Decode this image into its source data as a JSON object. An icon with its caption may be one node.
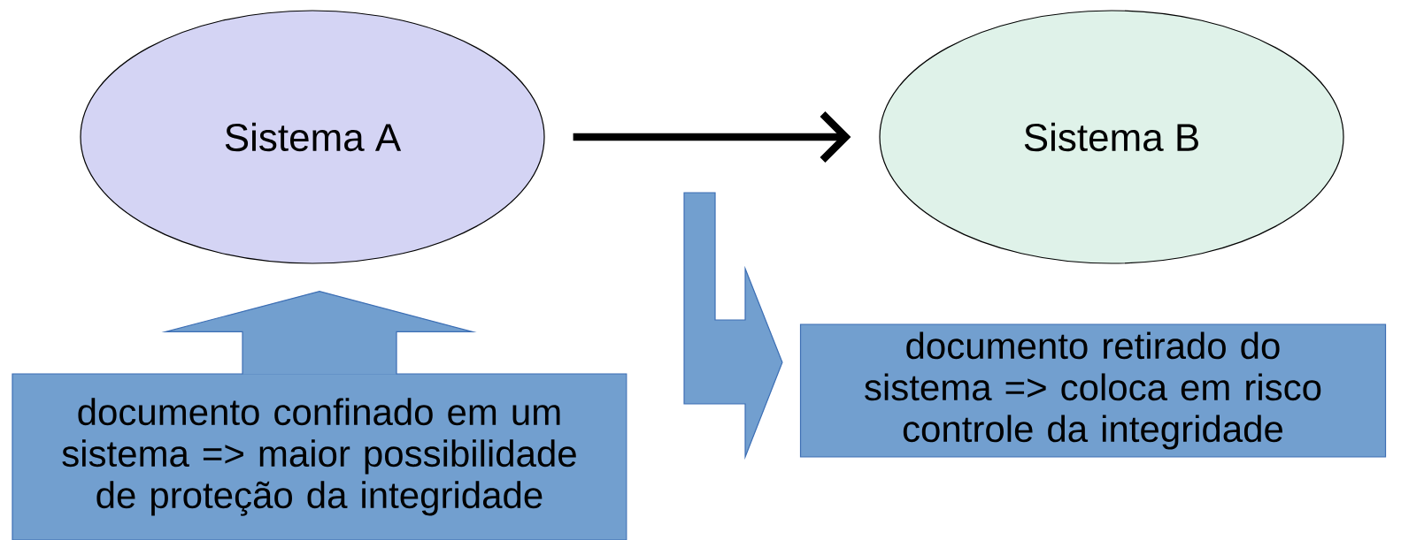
{
  "diagram": {
    "nodes": [
      {
        "text": [
          "Sistema A"
        ]
      },
      {
        "text": [
          "Sistema B"
        ]
      },
      {
        "text": [
          "documento confinado em um sistema => maior possibilidade de proteção da integridade"
        ]
      },
      {
        "text": [
          "documento retirado do sistema => coloca em risco controle da integridade"
        ]
      }
    ],
    "edges": [
      {
        "from": 0,
        "to": 1,
        "arrow": "to",
        "color": "#000000"
      },
      {
        "from": 2,
        "to": 0,
        "arrow": "to"
      },
      {
        "from": null,
        "to": 3,
        "arrow": "to"
      }
    ]
  }
}
